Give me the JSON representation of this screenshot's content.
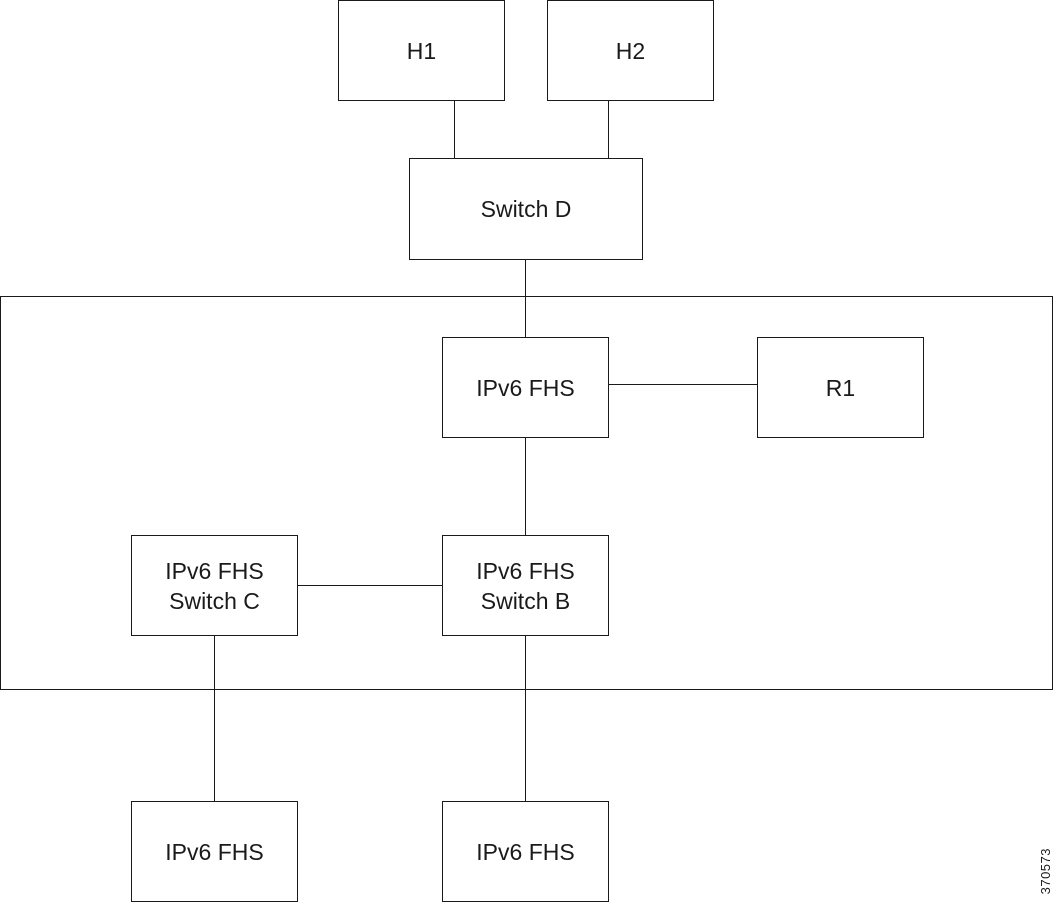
{
  "diagram": {
    "nodes": {
      "h1": {
        "lines": [
          "H1"
        ]
      },
      "h2": {
        "lines": [
          "H2"
        ]
      },
      "switch_d": {
        "lines": [
          "Switch D"
        ]
      },
      "fhs_top": {
        "lines": [
          "IPv6 FHS"
        ]
      },
      "r1": {
        "lines": [
          "R1"
        ]
      },
      "switch_c": {
        "lines": [
          "IPv6 FHS",
          "Switch C"
        ]
      },
      "switch_b": {
        "lines": [
          "IPv6 FHS",
          "Switch B"
        ]
      },
      "fhs_bottom_left": {
        "lines": [
          "IPv6 FHS"
        ]
      },
      "fhs_bottom_right": {
        "lines": [
          "IPv6 FHS"
        ]
      }
    },
    "links": [
      [
        "h1",
        "switch_d"
      ],
      [
        "h2",
        "switch_d"
      ],
      [
        "switch_d",
        "fhs_top"
      ],
      [
        "fhs_top",
        "r1"
      ],
      [
        "fhs_top",
        "switch_b"
      ],
      [
        "switch_c",
        "switch_b"
      ],
      [
        "switch_c",
        "fhs_bottom_left"
      ],
      [
        "switch_b",
        "fhs_bottom_right"
      ]
    ],
    "figure_id": "370573"
  }
}
